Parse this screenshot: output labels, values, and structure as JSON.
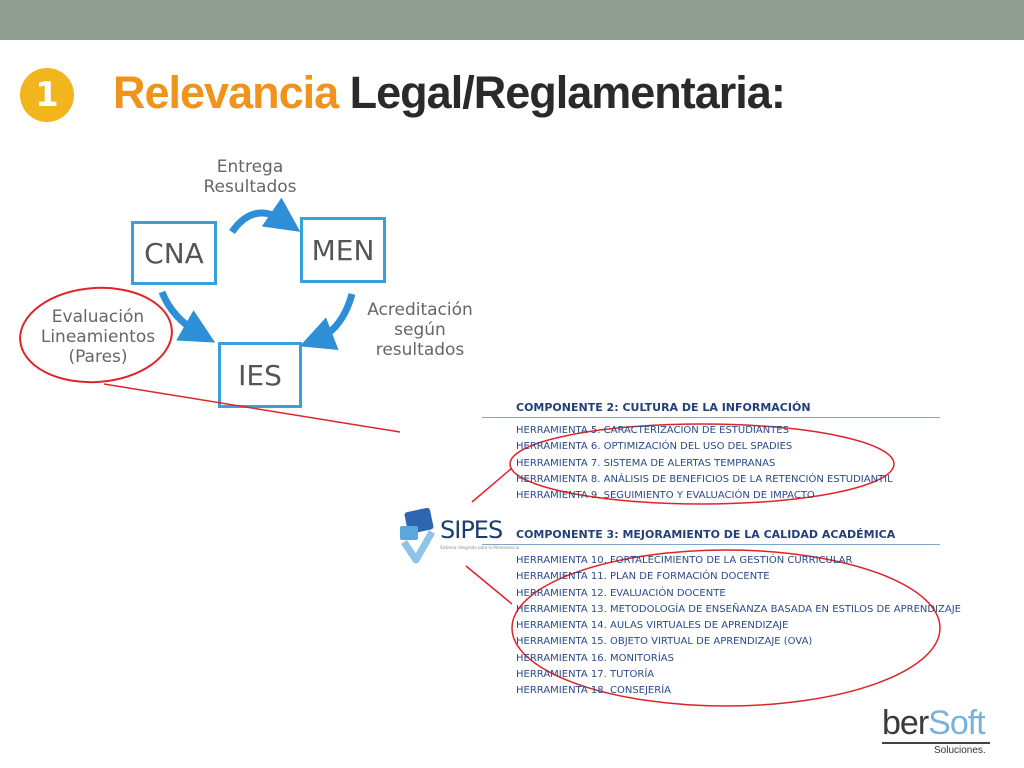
{
  "slide": {
    "number_badge": "1",
    "title_highlight": "Relevancia",
    "title_rest": " Legal/Reglamentaria:"
  },
  "diagram": {
    "boxes": {
      "cna": "CNA",
      "men": "MEN",
      "ies": "IES"
    },
    "labels": {
      "entrega": [
        "Entrega",
        "Resultados"
      ],
      "acreditacion": [
        "Acreditación",
        "según",
        "resultados"
      ],
      "evaluacion": [
        "Evaluación",
        "Lineamientos",
        "(Pares)"
      ]
    },
    "colors": {
      "box_border": "#3aa0dc",
      "arrow": "#2f8fd6",
      "highlight_circle": "#e0232b"
    }
  },
  "sipes": {
    "logo_text": "SIPES",
    "tagline": "Sistema Integrado para la Permanencia"
  },
  "component2": {
    "heading": "COMPONENTE 2: CULTURA DE LA INFORMACIÓN",
    "tools": [
      "HERRAMIENTA 5. CARACTERIZACIÓN DE ESTUDIANTES",
      "HERRAMIENTA 6. OPTIMIZACIÓN DEL USO DEL SPADIES",
      "HERRAMIENTA 7. SISTEMA DE ALERTAS TEMPRANAS",
      "HERRAMIENTA 8. ANÁLISIS DE BENEFICIOS DE LA RETENCIÓN ESTUDIANTIL",
      "HERRAMIENTA 9. SEGUIMIENTO Y EVALUACIÓN DE IMPACTO"
    ]
  },
  "component3": {
    "heading": "COMPONENTE 3: MEJORAMIENTO DE LA CALIDAD ACADÉMICA",
    "tools": [
      "HERRAMIENTA 10. FORTALECIMIENTO DE LA GESTIÓN CURRICULAR",
      "HERRAMIENTA 11. PLAN DE FORMACIÓN DOCENTE",
      "HERRAMIENTA 12. EVALUACIÓN DOCENTE",
      "HERRAMIENTA 13. METODOLOGÍA DE ENSEÑANZA BASADA EN ESTILOS DE APRENDIZAJE",
      "HERRAMIENTA 14. AULAS VIRTUALES DE APRENDIZAJE",
      "HERRAMIENTA 15. OBJETO VIRTUAL DE APRENDIZAJE (OVA)",
      "HERRAMIENTA 16. MONITORÍAS",
      "HERRAMIENTA 17. TUTORÍA",
      "HERRAMIENTA 18. CONSEJERÍA"
    ]
  },
  "brand": {
    "name_part1": "ber",
    "name_part2": "Soft",
    "subtitle": "Soluciones."
  },
  "colors": {
    "top_bar": "#909d92",
    "badge": "#f3b51e",
    "title_highlight": "#f0931c",
    "title_rest": "#2a2a2a"
  }
}
